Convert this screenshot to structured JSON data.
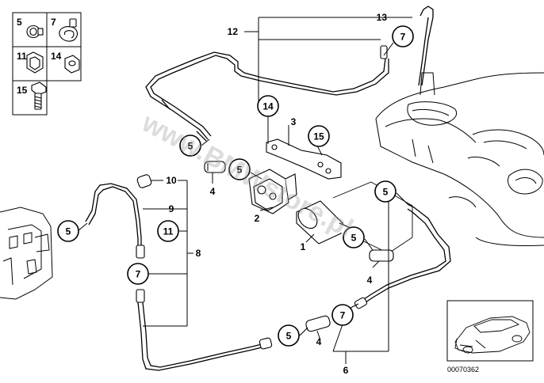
{
  "legend": {
    "cells": [
      {
        "num": "5",
        "icon": "hose-clamp-icon"
      },
      {
        "num": "7",
        "icon": "screw-clamp-icon"
      },
      {
        "num": "11",
        "icon": "holder-clip-icon"
      },
      {
        "num": "14",
        "icon": "hex-nut-icon"
      },
      {
        "num": "15",
        "icon": "screw-icon"
      }
    ]
  },
  "callouts": {
    "c5_a": "5",
    "c7_top": "7",
    "c14": "14",
    "c15": "15",
    "c5_b": "5",
    "c5_left": "5",
    "c11": "11",
    "c7_mid": "7",
    "c5_right": "5",
    "c5_fp": "5",
    "c7_bot": "7",
    "c5_bot": "5"
  },
  "labels": {
    "l13": "13",
    "l12": "12",
    "l3": "3",
    "l4_a": "4",
    "l10": "10",
    "l9": "9",
    "l2": "2",
    "l8": "8",
    "l1": "1",
    "l4_b": "4",
    "l4_c": "4",
    "l6": "6"
  },
  "watermark": "www.BMWstore.pl",
  "catalog_code": "00070362",
  "thumbnail_icon": "car-thumbnail-icon"
}
